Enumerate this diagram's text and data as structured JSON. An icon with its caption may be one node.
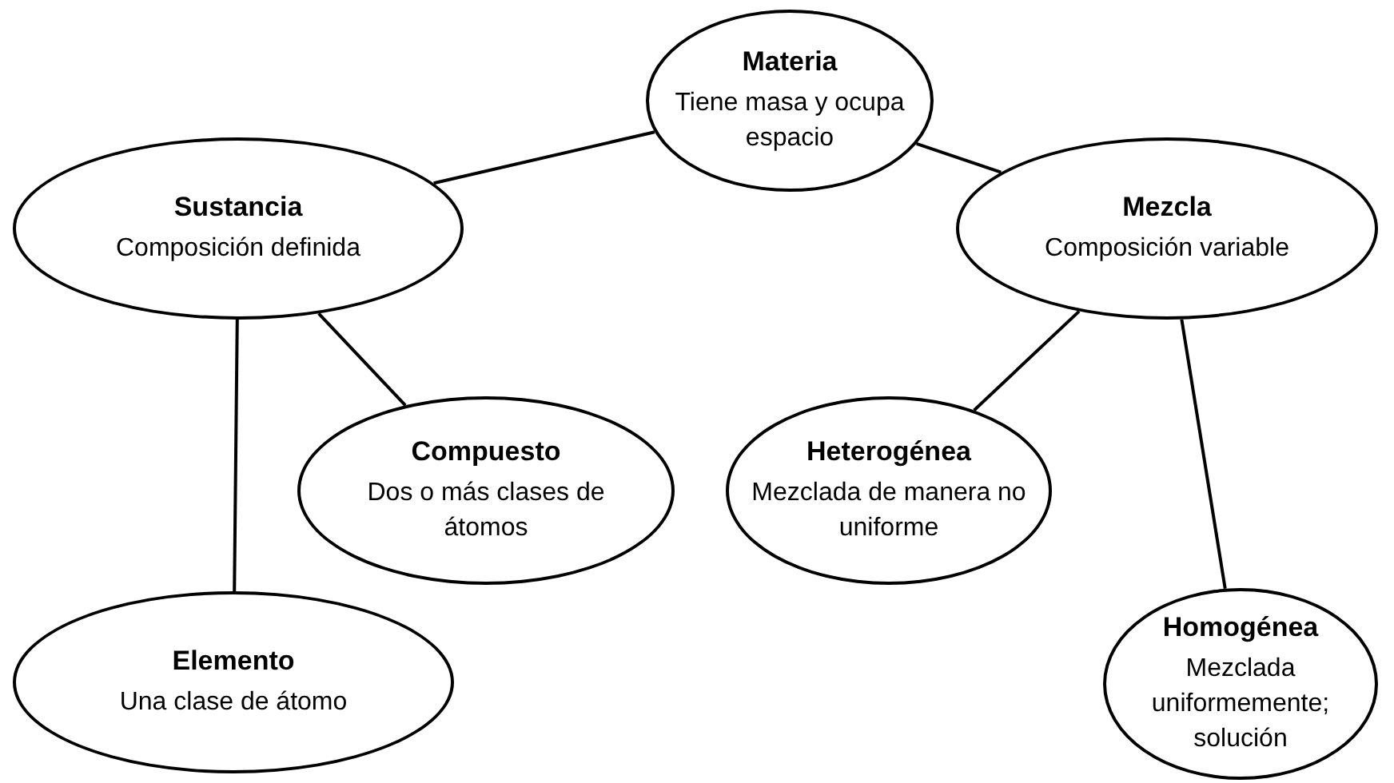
{
  "diagram": {
    "nodes": [
      {
        "text": [
          "Materia",
          "Tiene masa y ocupa espacio"
        ]
      },
      {
        "text": [
          "Sustancia",
          "Composición definida"
        ]
      },
      {
        "text": [
          "Mezcla",
          "Composición variable"
        ]
      },
      {
        "text": [
          "Compuesto",
          "Dos o más clases de átomos"
        ]
      },
      {
        "text": [
          "Heterogénea",
          "Mezclada de manera no uniforme"
        ]
      },
      {
        "text": [
          "Elemento",
          "Una clase de átomo"
        ]
      },
      {
        "text": [
          "Homogénea",
          "Mezclada uniformemente; solución"
        ]
      }
    ],
    "edges": [
      {
        "from": 0,
        "to": 1,
        "arrow": "none"
      },
      {
        "from": 0,
        "to": 2,
        "arrow": "none"
      },
      {
        "from": 1,
        "to": 3,
        "arrow": "none"
      },
      {
        "from": 1,
        "to": 5,
        "arrow": "none"
      },
      {
        "from": 2,
        "to": 4,
        "arrow": "none"
      },
      {
        "from": 2,
        "to": 6,
        "arrow": "none"
      }
    ]
  }
}
